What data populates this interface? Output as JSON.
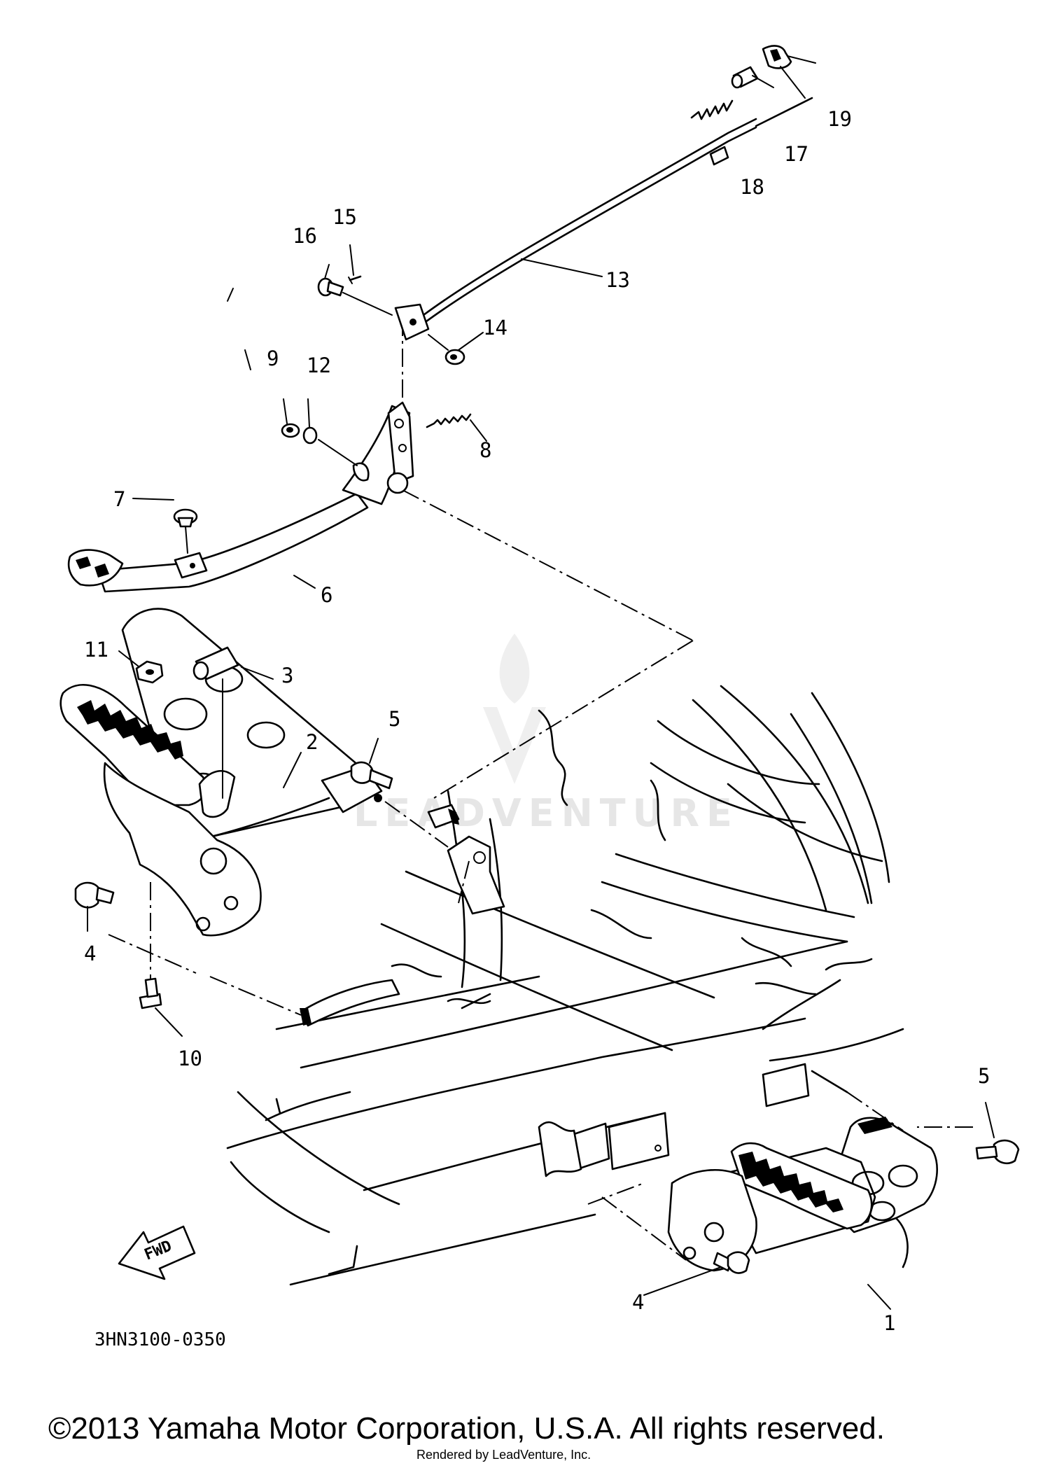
{
  "diagram": {
    "callouts": [
      "1",
      "2",
      "3",
      "4",
      "5",
      "6",
      "7",
      "8",
      "9",
      "10",
      "11",
      "12",
      "13",
      "14",
      "15",
      "16",
      "17",
      "18",
      "19"
    ],
    "callout_4b": "4",
    "callout_5b": "5",
    "fwd_label": "FWD",
    "diagram_code": "3HN3100-0350",
    "watermark_text": "LEADVENTURE",
    "copyright": "©2013 Yamaha Motor Corporation, U.S.A. All rights reserved.",
    "render_credit": "Rendered by LeadVenture, Inc."
  }
}
